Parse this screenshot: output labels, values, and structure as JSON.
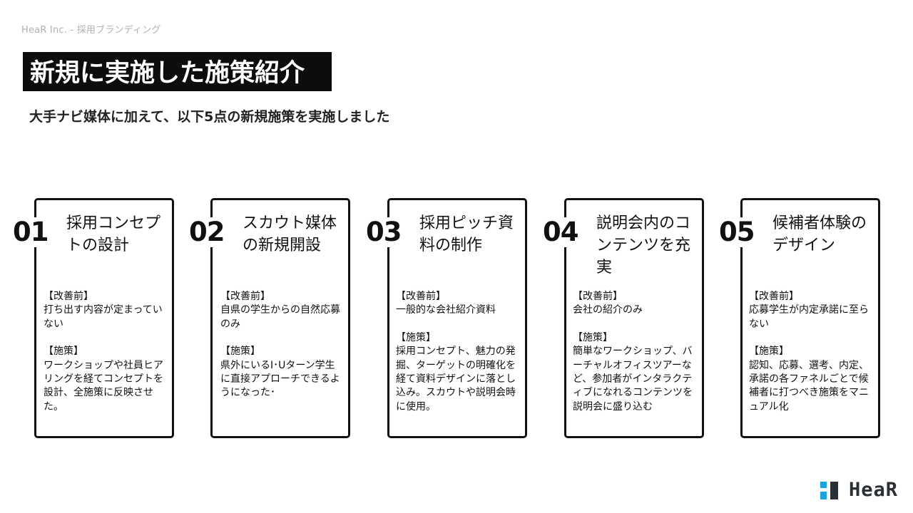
{
  "header_note": "HeaR Inc. - 採用ブランディング",
  "title": "新規に実施した施策紹介",
  "subtitle": "大手ナビ媒体に加えて、以下5点の新規施策を実施しました",
  "cards": [
    {
      "num": "01",
      "title": "採用コンセプトの設計",
      "before_label": "【改善前】",
      "before_text": "打ち出す内容が定まっていない",
      "measure_label": "【施策】",
      "measure_text": "ワークショップや社員ヒアリングを経てコンセプトを設計、全施策に反映させた。"
    },
    {
      "num": "02",
      "title": "スカウト媒体の新規開設",
      "before_label": "【改善前】",
      "before_text": "自県の学生からの自然応募のみ",
      "measure_label": "【施策】",
      "measure_text": "県外にいるI･Uターン学生に直接アプローチできるようになった･"
    },
    {
      "num": "03",
      "title": "採用ピッチ資料の制作",
      "before_label": "【改善前】",
      "before_text": "一般的な会社紹介資料",
      "measure_label": "【施策】",
      "measure_text": "採用コンセプト、魅力の発掘、ターゲットの明確化を経て資料デザインに落とし込み。スカウトや説明会時に使用。"
    },
    {
      "num": "04",
      "title": "説明会内のコンテンツを充実",
      "before_label": "【改善前】",
      "before_text": "会社の紹介のみ",
      "measure_label": "【施策】",
      "measure_text": "簡単なワークショップ、バーチャルオフィスツアーなど、参加者がインタラクティブになれるコンテンツを説明会に盛り込む"
    },
    {
      "num": "05",
      "title": "候補者体験のデザイン",
      "before_label": "【改善前】",
      "before_text": "応募学生が内定承諾に至らない",
      "measure_label": "【施策】",
      "measure_text": "認知、応募、選考、内定、承諾の各ファネルごとで候補者に打つべき施策をマニュアル化"
    }
  ],
  "logo": {
    "text": "HeaR",
    "square_colors": [
      "#1fa3e0",
      "#2b2f36"
    ]
  }
}
